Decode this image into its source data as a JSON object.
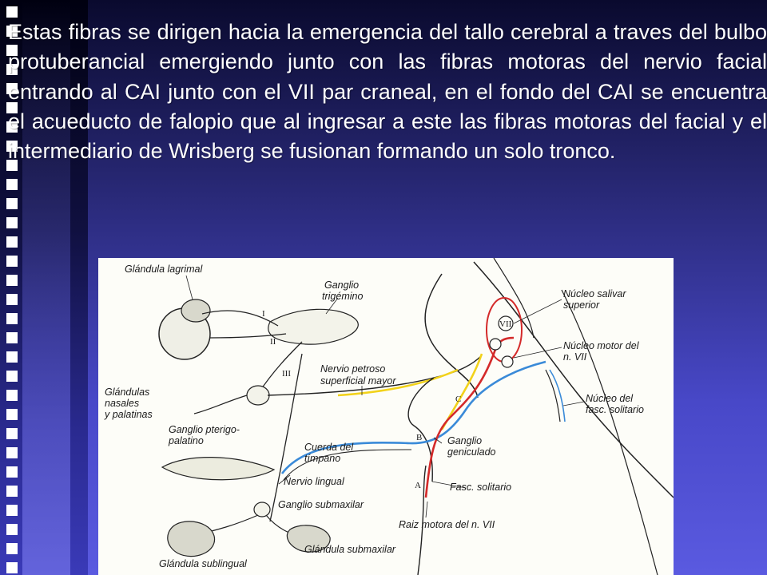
{
  "slide": {
    "paragraph": "Estas fibras se dirigen hacia la emergencia del tallo cerebral a traves del bulbo protuberancial emergiendo junto con las fibras motoras del nervio facial entrando al CAI junto con el VII par craneal, en el fondo del CAI se encuentra el acueducto de falopio que al ingresar a este las fibras motoras del facial y el intermediario de Wrisberg se fusionan formando un solo tronco."
  },
  "diagram": {
    "labels": {
      "glandula_lagrimal": "Glándula lagrimal",
      "ganglio_trigemino_1": "Ganglio",
      "ganglio_trigemino_2": "trigémino",
      "nucleo_salivar_1": "Núcleo salivar",
      "nucleo_salivar_2": "superior",
      "nucleo_motor_1": "Núcleo motor del",
      "nucleo_motor_2": "n. VII",
      "nervio_petroso_1": "Nervio petroso",
      "nervio_petroso_2": "superficial mayor",
      "glandulas_nasales_1": "Glándulas",
      "glandulas_nasales_2": "nasales",
      "glandulas_nasales_3": "y palatinas",
      "nucleo_fasc_1": "Núcleo del",
      "nucleo_fasc_2": "fasc. solitario",
      "ganglio_pterigo_1": "Ganglio pterigo-",
      "ganglio_pterigo_2": "palatino",
      "cuerda_timpano_1": "Cuerda del",
      "cuerda_timpano_2": "tímpano",
      "ganglio_geniculado_1": "Ganglio",
      "ganglio_geniculado_2": "geniculado",
      "nervio_lingual": "Nervio lingual",
      "fasc_solitario": "Fasc. solitario",
      "ganglio_submaxilar": "Ganglio submaxilar",
      "raiz_motora": "Raiz motora del n. VII",
      "glandula_submaxilar": "Glándula submaxilar",
      "glandula_sublingual": "Glándula sublingual",
      "roman_I": "I",
      "roman_II": "II",
      "roman_III": "III",
      "marker_VII": "VII",
      "marker_A": "A",
      "marker_B": "B",
      "marker_C": "C"
    },
    "colors": {
      "yellow_fiber": "#f2d21a",
      "red_fiber": "#d42a2a",
      "blue_fiber": "#3a8ad8",
      "line": "#222222"
    }
  }
}
